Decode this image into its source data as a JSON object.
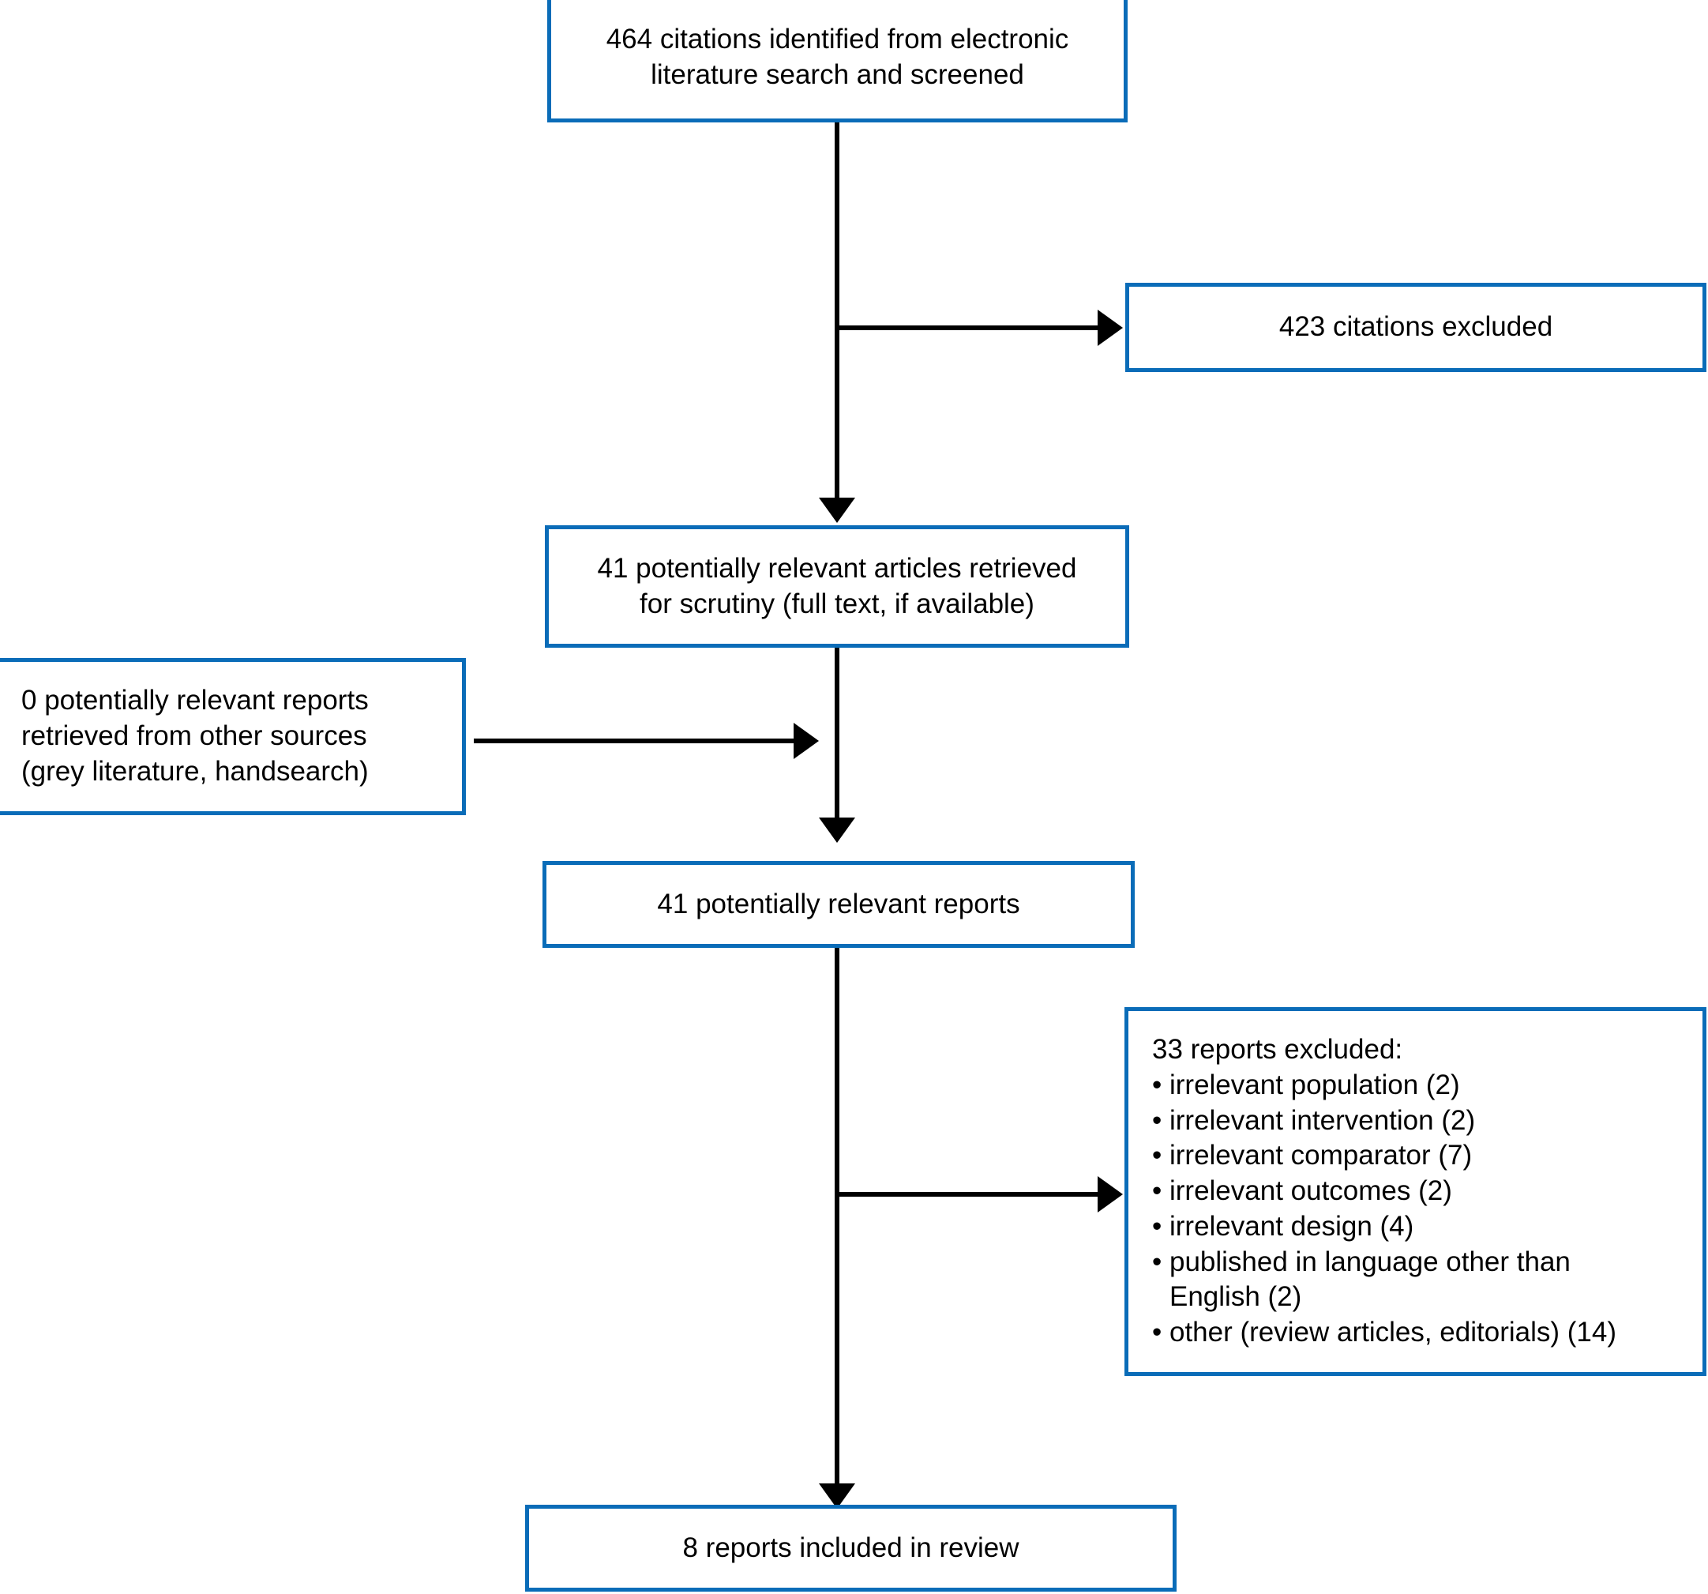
{
  "diagram": {
    "type": "prisma-flow-diagram",
    "accent_color": "#0a6cb8",
    "line_color": "#000000",
    "background": "#ffffff",
    "nodes": {
      "citations_screened": "464 citations identified from electronic\nliterature search and screened",
      "citations_excluded": "423 citations excluded",
      "articles_retrieved": "41 potentially relevant articles retrieved\nfor scrutiny (full text, if available)",
      "other_sources": "0 potentially relevant reports\nretrieved from other sources\n(grey literature, handsearch)",
      "relevant_reports": "41 potentially relevant reports",
      "reports_included": "8 reports included in review"
    },
    "reports_excluded": {
      "title": "33 reports excluded:",
      "items": [
        "• irrelevant population (2)",
        "• irrelevant intervention (2)",
        "• irrelevant comparator (7)",
        "• irrelevant outcomes (2)",
        "• irrelevant design (4)",
        "• published in language other than\nEnglish (2)",
        "• other (review articles, editorials) (14)"
      ]
    },
    "counts": {
      "citations_screened": 464,
      "citations_excluded": 423,
      "articles_retrieved": 41,
      "other_sources": 0,
      "relevant_reports": 41,
      "reports_excluded_total": 33,
      "reports_included": 8,
      "excluded_breakdown": {
        "irrelevant_population": 2,
        "irrelevant_intervention": 2,
        "irrelevant_comparator": 7,
        "irrelevant_outcomes": 2,
        "irrelevant_design": 4,
        "non_english": 2,
        "other_reviews_editorials": 14
      }
    }
  }
}
